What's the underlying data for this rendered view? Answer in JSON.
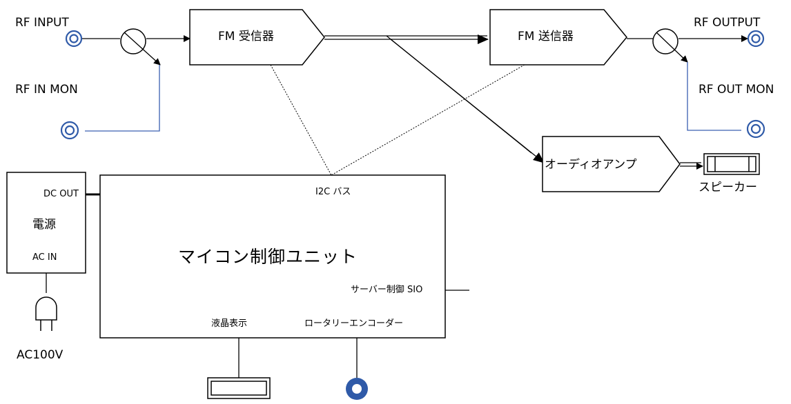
{
  "labels": {
    "rf_input": "RF INPUT",
    "rf_in_mon": "RF IN MON",
    "fm_receiver": "FM 受信器",
    "fm_transmitter": "FM 送信器",
    "rf_output": "RF OUTPUT",
    "rf_out_mon": "RF OUT MON",
    "audio_amp": "オーディオアンプ",
    "speaker": "スピーカー",
    "dc_out": "DC OUT",
    "power_supply": "電源",
    "ac_in": "AC IN",
    "ac100v": "AC100V",
    "i2c_bus": "I2C バス",
    "mcu_unit": "マイコン制御ユニット",
    "servo_sio": "サーバー制御 SIO",
    "lcd_display": "液晶表示",
    "rotary_encoder": "ロータリーエンコーダー"
  },
  "colors": {
    "connector": "#2f5aa8",
    "monitor_line": "#3a5fb0",
    "line": "#000000"
  }
}
